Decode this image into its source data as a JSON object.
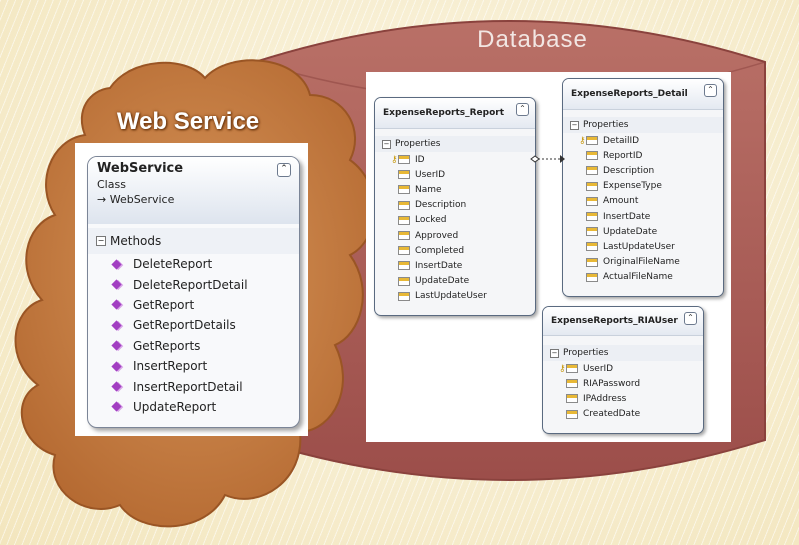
{
  "colors": {
    "database": "#a85a55",
    "cloud": "#c27c43",
    "background": "#f7efd2"
  },
  "database": {
    "title": "Database"
  },
  "web_service": {
    "title": "Web Service",
    "class_box": {
      "name": "WebService",
      "kind": "Class",
      "base": "→ WebService",
      "section": "Methods",
      "methods": [
        "DeleteReport",
        "DeleteReportDetail",
        "GetReport",
        "GetReportDetails",
        "GetReports",
        "InsertReport",
        "InsertReportDetail",
        "UpdateReport"
      ]
    }
  },
  "entities": {
    "report": {
      "name": "ExpenseReports_Report",
      "section": "Properties",
      "properties": [
        {
          "name": "ID",
          "key": true
        },
        {
          "name": "UserID",
          "key": false
        },
        {
          "name": "Name",
          "key": false
        },
        {
          "name": "Description",
          "key": false
        },
        {
          "name": "Locked",
          "key": false
        },
        {
          "name": "Approved",
          "key": false
        },
        {
          "name": "Completed",
          "key": false
        },
        {
          "name": "InsertDate",
          "key": false
        },
        {
          "name": "UpdateDate",
          "key": false
        },
        {
          "name": "LastUpdateUser",
          "key": false
        }
      ]
    },
    "detail": {
      "name": "ExpenseReports_Detail",
      "section": "Properties",
      "properties": [
        {
          "name": "DetailID",
          "key": true
        },
        {
          "name": "ReportID",
          "key": false
        },
        {
          "name": "Description",
          "key": false
        },
        {
          "name": "ExpenseType",
          "key": false
        },
        {
          "name": "Amount",
          "key": false
        },
        {
          "name": "InsertDate",
          "key": false
        },
        {
          "name": "UpdateDate",
          "key": false
        },
        {
          "name": "LastUpdateUser",
          "key": false
        },
        {
          "name": "OriginalFileName",
          "key": false
        },
        {
          "name": "ActualFileName",
          "key": false
        }
      ]
    },
    "riauser": {
      "name": "ExpenseReports_RIAUser",
      "section": "Properties",
      "properties": [
        {
          "name": "UserID",
          "key": true
        },
        {
          "name": "RIAPassword",
          "key": false
        },
        {
          "name": "IPAddress",
          "key": false
        },
        {
          "name": "CreatedDate",
          "key": false
        }
      ]
    }
  }
}
